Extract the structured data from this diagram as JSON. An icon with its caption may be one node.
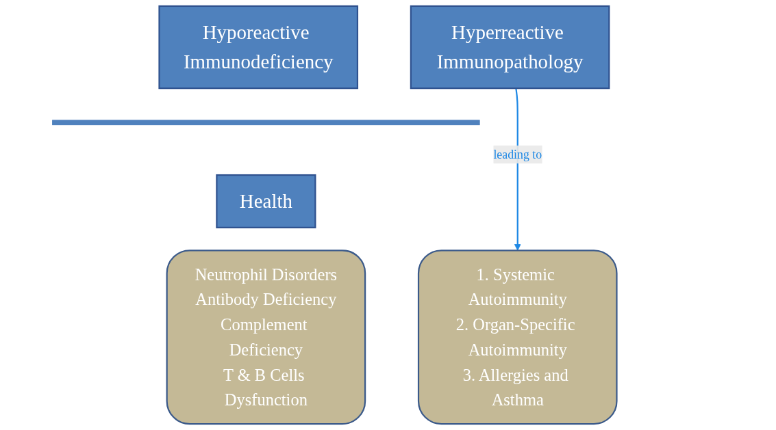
{
  "diagram": {
    "nodes": [
      {
        "text": [
          "Hyporeactive Immunodeficiency"
        ]
      },
      {
        "text": [
          "Hyperreactive Immunopathology"
        ]
      },
      {
        "text": [],
        "shape": "bar"
      },
      {
        "text": [
          "Health"
        ]
      },
      {
        "text": [
          "Neutrophil Disorders",
          "Antibody Deficiency",
          "Complement Deficiency",
          "T & B Cells Dysfunction"
        ]
      },
      {
        "text": [
          "1. Systemic Autoimmunity",
          "2. Organ-Specific Autoimmunity",
          "3. Allergies and Asthma"
        ]
      }
    ],
    "edges": [
      {
        "from": 1,
        "to": 5,
        "arrow": "to",
        "label": "leading to",
        "color": "#1e88e5"
      }
    ]
  }
}
